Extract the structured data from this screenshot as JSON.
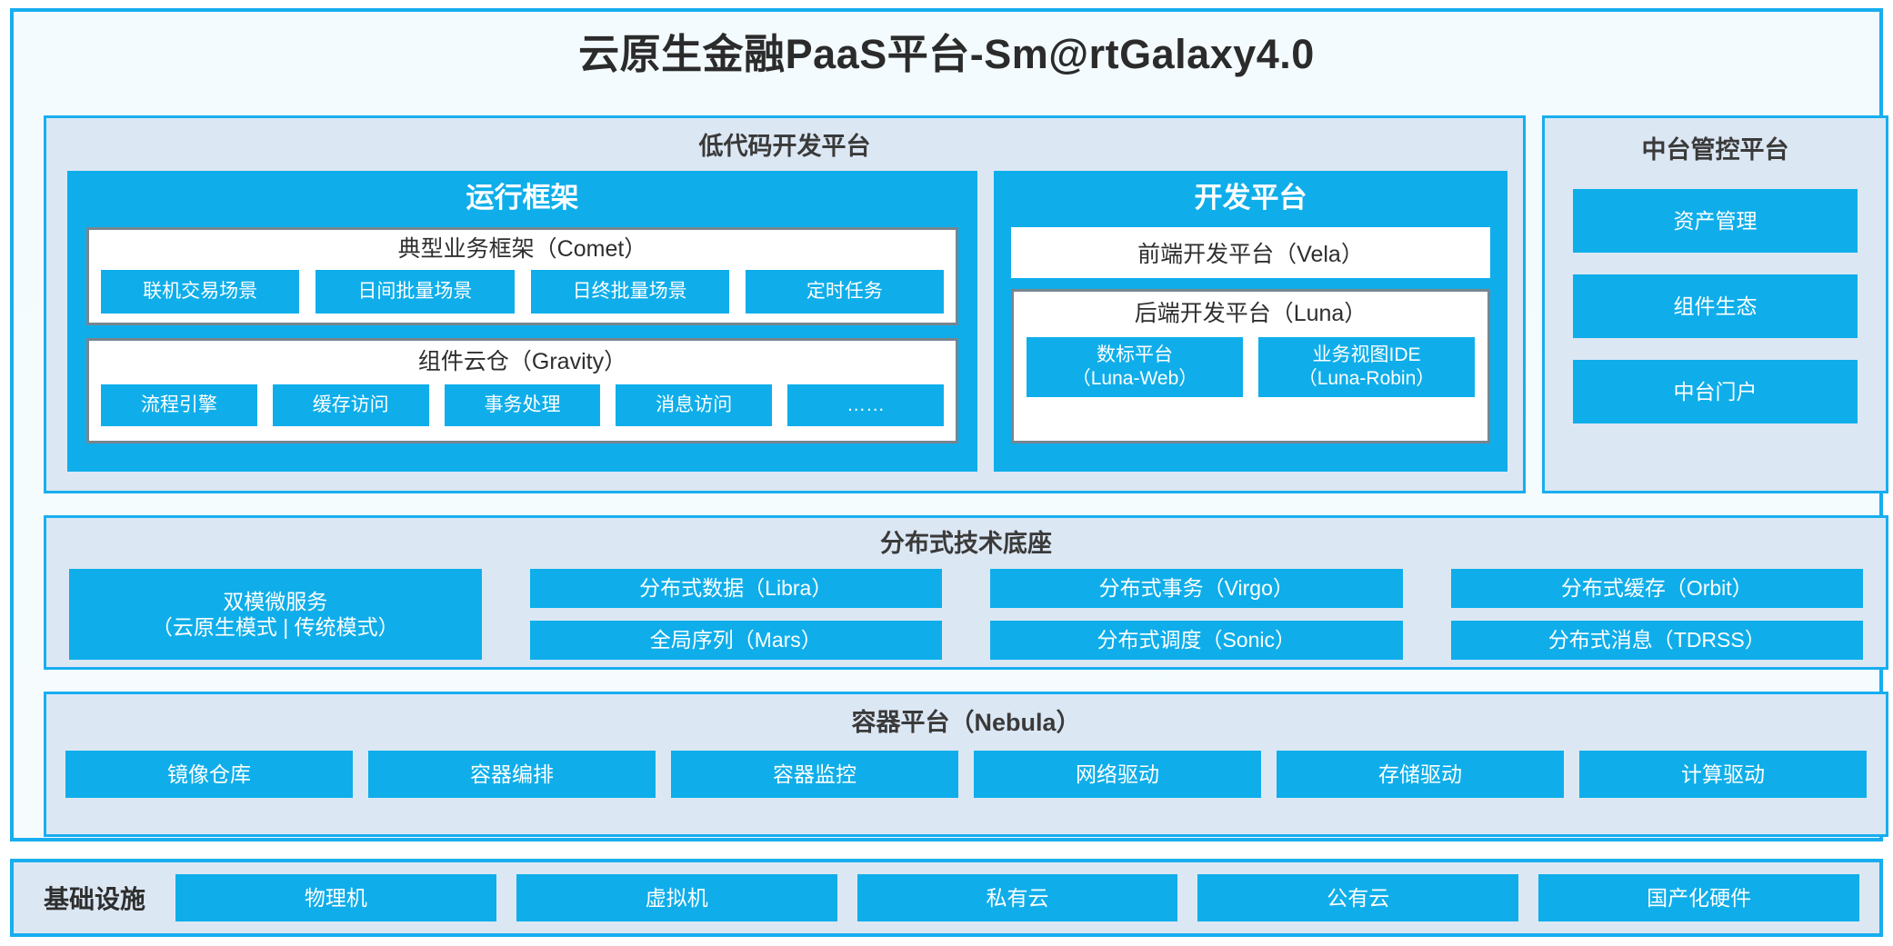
{
  "title": "云原生金融PaaS平台-Sm@rtGalaxy4.0",
  "colors": {
    "accent_blue": "#0FAEEA",
    "border_blue": "#17AEEF",
    "panel_bg": "#DCE7F4",
    "card_bg": "#F4FBFE",
    "subpanel_border": "#78858F",
    "text_dark": "#2e2e2e"
  },
  "lowcode": {
    "title": "低代码开发平台",
    "runtime": {
      "title": "运行框架",
      "comet": {
        "title": "典型业务框架（Comet）",
        "items": [
          "联机交易场景",
          "日间批量场景",
          "日终批量场景",
          "定时任务"
        ]
      },
      "gravity": {
        "title": "组件云仓（Gravity）",
        "items": [
          "流程引擎",
          "缓存访问",
          "事务处理",
          "消息访问",
          "……"
        ]
      }
    },
    "dev": {
      "title": "开发平台",
      "frontend": "前端开发平台（Vela）",
      "backend": {
        "title": "后端开发平台（Luna）",
        "items": [
          "数标平台\n（Luna-Web）",
          "业务视图IDE\n（Luna-Robin）"
        ]
      }
    }
  },
  "midoffice": {
    "title": "中台管控平台",
    "items": [
      "资产管理",
      "组件生态",
      "中台门户"
    ]
  },
  "techbase": {
    "title": "分布式技术底座",
    "columns": [
      {
        "single": true,
        "items": [
          "双模微服务\n（云原生模式 | 传统模式）"
        ]
      },
      {
        "single": false,
        "items": [
          "分布式数据（Libra）",
          "全局序列（Mars）"
        ]
      },
      {
        "single": false,
        "items": [
          "分布式事务（Virgo）",
          "分布式调度（Sonic）"
        ]
      },
      {
        "single": false,
        "items": [
          "分布式缓存（Orbit）",
          "分布式消息（TDRSS）"
        ]
      }
    ]
  },
  "container": {
    "title": "容器平台（Nebula）",
    "items": [
      "镜像仓库",
      "容器编排",
      "容器监控",
      "网络驱动",
      "存储驱动",
      "计算驱动"
    ]
  },
  "infrastructure": {
    "label": "基础设施",
    "items": [
      "物理机",
      "虚拟机",
      "私有云",
      "公有云",
      "国产化硬件"
    ]
  }
}
